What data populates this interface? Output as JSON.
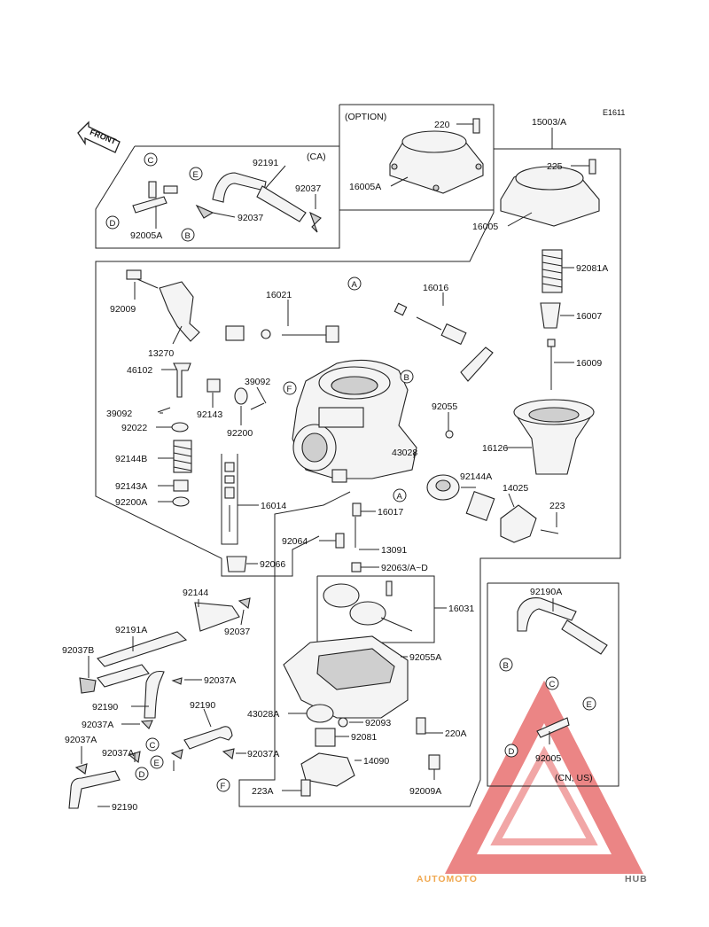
{
  "ref_code": "E1611",
  "front_label": "FRONT",
  "group_labels": {
    "option": "(OPTION)",
    "ca": "(CA)",
    "cn_us": "(CN, US)"
  },
  "part_numbers": [
    {
      "id": "p220",
      "text": "220"
    },
    {
      "id": "p15003a",
      "text": "15003/A"
    },
    {
      "id": "p225",
      "text": "225"
    },
    {
      "id": "p16005a",
      "text": "16005A"
    },
    {
      "id": "p16005",
      "text": "16005"
    },
    {
      "id": "p92191",
      "text": "92191"
    },
    {
      "id": "p92037_ca1",
      "text": "92037"
    },
    {
      "id": "p92037_ca2",
      "text": "92037"
    },
    {
      "id": "p92005a",
      "text": "92005A"
    },
    {
      "id": "p92081a",
      "text": "92081A"
    },
    {
      "id": "p16007",
      "text": "16007"
    },
    {
      "id": "p16009",
      "text": "16009"
    },
    {
      "id": "p92009",
      "text": "92009"
    },
    {
      "id": "p16021",
      "text": "16021"
    },
    {
      "id": "p16016",
      "text": "16016"
    },
    {
      "id": "p13270",
      "text": "13270"
    },
    {
      "id": "p46102",
      "text": "46102"
    },
    {
      "id": "p39092a",
      "text": "39092"
    },
    {
      "id": "p39092b",
      "text": "39092"
    },
    {
      "id": "p92143",
      "text": "92143"
    },
    {
      "id": "p92022",
      "text": "92022"
    },
    {
      "id": "p92200",
      "text": "92200"
    },
    {
      "id": "p92055",
      "text": "92055"
    },
    {
      "id": "p16126",
      "text": "16126"
    },
    {
      "id": "p43028",
      "text": "43028"
    },
    {
      "id": "p92144b",
      "text": "92144B"
    },
    {
      "id": "p92143a",
      "text": "92143A"
    },
    {
      "id": "p92200a",
      "text": "92200A"
    },
    {
      "id": "p16014",
      "text": "16014"
    },
    {
      "id": "p92144a",
      "text": "92144A"
    },
    {
      "id": "p14025",
      "text": "14025"
    },
    {
      "id": "p16017",
      "text": "16017"
    },
    {
      "id": "p223",
      "text": "223"
    },
    {
      "id": "p92064",
      "text": "92064"
    },
    {
      "id": "p13091",
      "text": "13091"
    },
    {
      "id": "p92066",
      "text": "92066"
    },
    {
      "id": "p92063",
      "text": "92063/A~D"
    },
    {
      "id": "p92190a",
      "text": "92190A"
    },
    {
      "id": "p16031",
      "text": "16031"
    },
    {
      "id": "p92144",
      "text": "92144"
    },
    {
      "id": "p92037_mid",
      "text": "92037"
    },
    {
      "id": "p92191a",
      "text": "92191A"
    },
    {
      "id": "p92055a",
      "text": "92055A"
    },
    {
      "id": "p92037b",
      "text": "92037B"
    },
    {
      "id": "p92037a_1",
      "text": "92037A"
    },
    {
      "id": "p92190_1",
      "text": "92190"
    },
    {
      "id": "p92190_2",
      "text": "92190"
    },
    {
      "id": "p43028a",
      "text": "43028A"
    },
    {
      "id": "p92093",
      "text": "92093"
    },
    {
      "id": "p220a",
      "text": "220A"
    },
    {
      "id": "p92037a_2",
      "text": "92037A"
    },
    {
      "id": "p92081",
      "text": "92081"
    },
    {
      "id": "p92037a_3",
      "text": "92037A"
    },
    {
      "id": "p92037a_4",
      "text": "92037A"
    },
    {
      "id": "p92037a_5",
      "text": "92037A"
    },
    {
      "id": "p14090",
      "text": "14090"
    },
    {
      "id": "p92005",
      "text": "92005"
    },
    {
      "id": "p223a",
      "text": "223A"
    },
    {
      "id": "p92009a",
      "text": "92009A"
    },
    {
      "id": "p92190_3",
      "text": "92190"
    }
  ],
  "callouts": [
    {
      "id": "c_ca_c",
      "text": "C"
    },
    {
      "id": "c_ca_e",
      "text": "E"
    },
    {
      "id": "c_ca_d",
      "text": "D"
    },
    {
      "id": "c_ca_b",
      "text": "B"
    },
    {
      "id": "c_a_top",
      "text": "A"
    },
    {
      "id": "c_b_top",
      "text": "B"
    },
    {
      "id": "c_f_top",
      "text": "F"
    },
    {
      "id": "c_a_mid",
      "text": "A"
    },
    {
      "id": "c_b_us",
      "text": "B"
    },
    {
      "id": "c_c_us",
      "text": "C"
    },
    {
      "id": "c_e_us",
      "text": "E"
    },
    {
      "id": "c_d_us",
      "text": "D"
    },
    {
      "id": "c_c_low",
      "text": "C"
    },
    {
      "id": "c_e_low",
      "text": "E"
    },
    {
      "id": "c_d_low",
      "text": "D"
    },
    {
      "id": "c_f_low",
      "text": "F"
    }
  ],
  "watermark": {
    "brand_part1": "AUTOMOTO",
    "brand_part2": "HUB",
    "color_orange": "#f0a850",
    "color_red": "#e04040",
    "color_gray": "#707070"
  }
}
